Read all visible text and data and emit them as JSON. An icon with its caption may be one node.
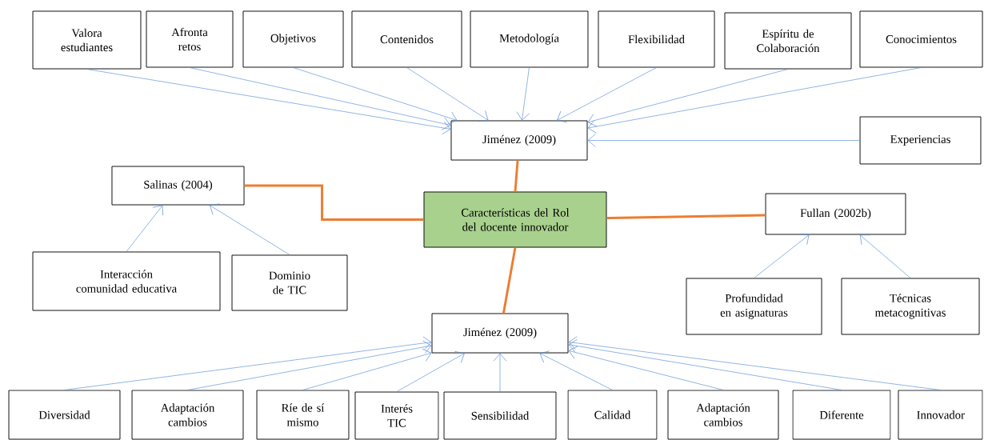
{
  "diagram": {
    "nodes": [
      {
        "text": [
          "Valora estudiantes"
        ]
      },
      {
        "text": [
          "Afronta retos"
        ]
      },
      {
        "text": [
          "Objetivos"
        ]
      },
      {
        "text": [
          "Contenidos"
        ]
      },
      {
        "text": [
          "Metodología"
        ]
      },
      {
        "text": [
          "Flexibilidad"
        ]
      },
      {
        "text": [
          "Espíritu de Colaboración"
        ]
      },
      {
        "text": [
          "Conocimientos"
        ]
      },
      {
        "text": [
          "Jiménez (2009)"
        ]
      },
      {
        "text": [
          "Experiencias"
        ]
      },
      {
        "text": [
          "Salinas (2004)"
        ]
      },
      {
        "text": [
          "Características del Rol del docente innovador"
        ]
      },
      {
        "text": [
          "Fullan (2002b)"
        ]
      },
      {
        "text": [
          "Interacción comunidad educativa"
        ]
      },
      {
        "text": [
          "Dominio de TIC"
        ]
      },
      {
        "text": [
          "Profundidad en asignaturas"
        ]
      },
      {
        "text": [
          "Técnicas metacognitivas"
        ]
      },
      {
        "text": [
          "Jiménez (2009)"
        ]
      },
      {
        "text": [
          "Diversidad"
        ]
      },
      {
        "text": [
          "Adaptación cambios"
        ]
      },
      {
        "text": [
          "Ríe de sí mismo"
        ]
      },
      {
        "text": [
          "Interés TIC"
        ]
      },
      {
        "text": [
          "Sensibilidad"
        ]
      },
      {
        "text": [
          "Calidad"
        ]
      },
      {
        "text": [
          "Adaptación cambios"
        ]
      },
      {
        "text": [
          "Diferente"
        ]
      },
      {
        "text": [
          "Innovador"
        ]
      }
    ],
    "edges": [
      {
        "from": 0,
        "to": 8,
        "arrow": "to"
      },
      {
        "from": 1,
        "to": 8,
        "arrow": "to"
      },
      {
        "from": 2,
        "to": 8,
        "arrow": "to"
      },
      {
        "from": 3,
        "to": 8,
        "arrow": "to"
      },
      {
        "from": 4,
        "to": 8,
        "arrow": "to"
      },
      {
        "from": 5,
        "to": 8,
        "arrow": "to"
      },
      {
        "from": 6,
        "to": 8,
        "arrow": "to"
      },
      {
        "from": 7,
        "to": 8,
        "arrow": "to"
      },
      {
        "from": 9,
        "to": 8,
        "arrow": "to"
      },
      {
        "from": 11,
        "to": 8,
        "arrow": "none",
        "style": "thick",
        "color": "#ed7d31"
      },
      {
        "from": 11,
        "to": 10,
        "arrow": "none",
        "style": "thick",
        "color": "#ed7d31"
      },
      {
        "from": 11,
        "to": 12,
        "arrow": "none",
        "style": "thick",
        "color": "#ed7d31"
      },
      {
        "from": 11,
        "to": 17,
        "arrow": "none",
        "style": "thick",
        "color": "#ed7d31"
      },
      {
        "from": 13,
        "to": 10,
        "arrow": "to"
      },
      {
        "from": 14,
        "to": 10,
        "arrow": "to"
      },
      {
        "from": 15,
        "to": 12,
        "arrow": "to"
      },
      {
        "from": 16,
        "to": 12,
        "arrow": "to"
      },
      {
        "from": 18,
        "to": 17,
        "arrow": "to"
      },
      {
        "from": 19,
        "to": 17,
        "arrow": "to"
      },
      {
        "from": 20,
        "to": 17,
        "arrow": "to"
      },
      {
        "from": 21,
        "to": 17,
        "arrow": "to"
      },
      {
        "from": 22,
        "to": 17,
        "arrow": "to"
      },
      {
        "from": 23,
        "to": 17,
        "arrow": "to"
      },
      {
        "from": 24,
        "to": 17,
        "arrow": "to"
      },
      {
        "from": 25,
        "to": 17,
        "arrow": "to"
      },
      {
        "from": 26,
        "to": 17,
        "arrow": "to"
      }
    ]
  }
}
